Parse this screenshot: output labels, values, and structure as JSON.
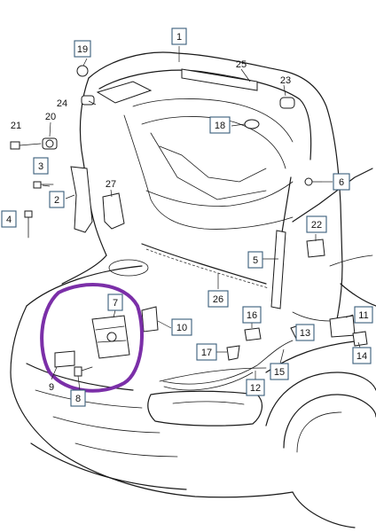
{
  "callouts": {
    "c1": "1",
    "c3": "3",
    "c4": "4",
    "c5": "5",
    "c6": "6",
    "c7": "7",
    "c8": "8",
    "c9": "9",
    "c10": "10",
    "c11": "11",
    "c12": "12",
    "c13": "13",
    "c14": "14",
    "c15": "15",
    "c16": "16",
    "c17": "17",
    "c18": "18",
    "c19": "19",
    "c20": "20",
    "c21": "21",
    "c22": "22",
    "c23": "23",
    "c24": "24",
    "c25": "25",
    "c26": "26",
    "c27": "27",
    "c2": "2"
  },
  "colors": {
    "highlight": "#7b2fa8",
    "callout_border": "#3a5d7a",
    "ink": "#1a1a1a"
  }
}
